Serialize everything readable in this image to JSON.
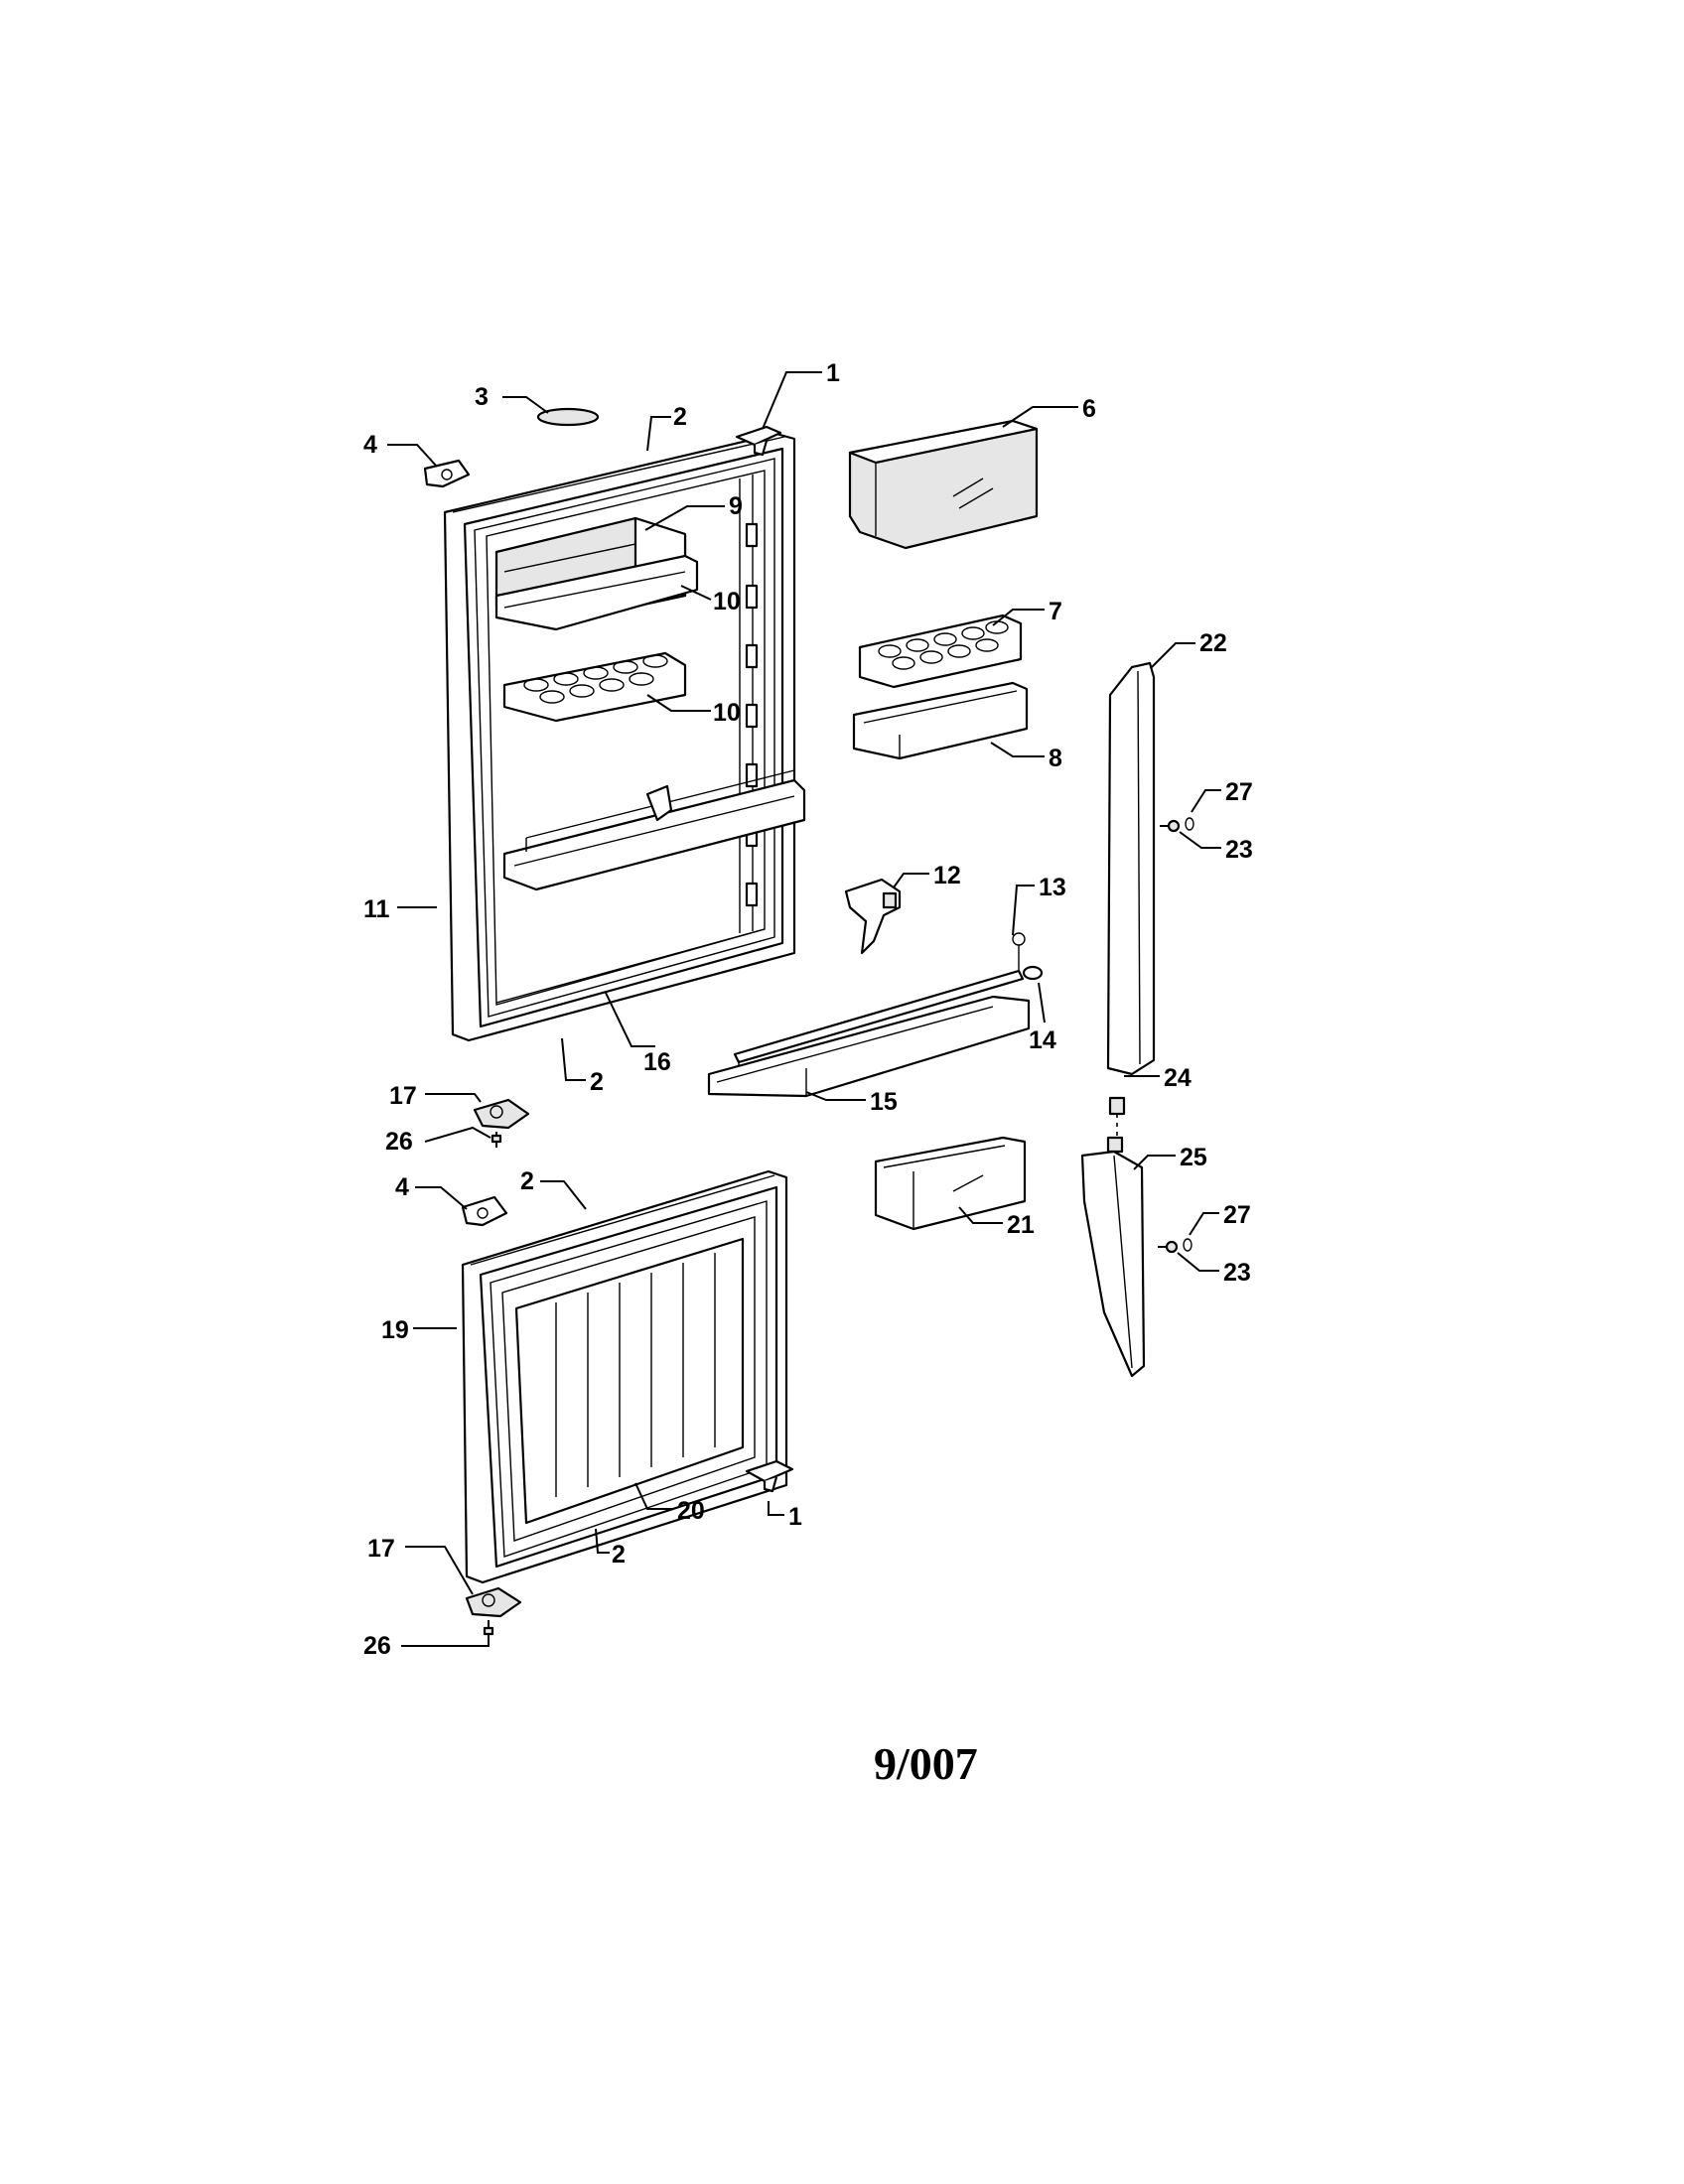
{
  "page_code": "9/007",
  "callouts": {
    "c1a": "1",
    "c1b": "1",
    "c2a": "2",
    "c2b": "2",
    "c2c": "2",
    "c2d": "2",
    "c3": "3",
    "c4a": "4",
    "c4b": "4",
    "c6": "6",
    "c7": "7",
    "c8": "8",
    "c9": "9",
    "c10a": "10",
    "c10b": "10",
    "c11": "11",
    "c12": "12",
    "c13": "13",
    "c14": "14",
    "c15": "15",
    "c16": "16",
    "c17a": "17",
    "c17b": "17",
    "c19": "19",
    "c20": "20",
    "c21": "21",
    "c22": "22",
    "c23a": "23",
    "c23b": "23",
    "c24": "24",
    "c25": "25",
    "c26a": "26",
    "c26b": "26",
    "c27a": "27",
    "c27b": "27"
  }
}
